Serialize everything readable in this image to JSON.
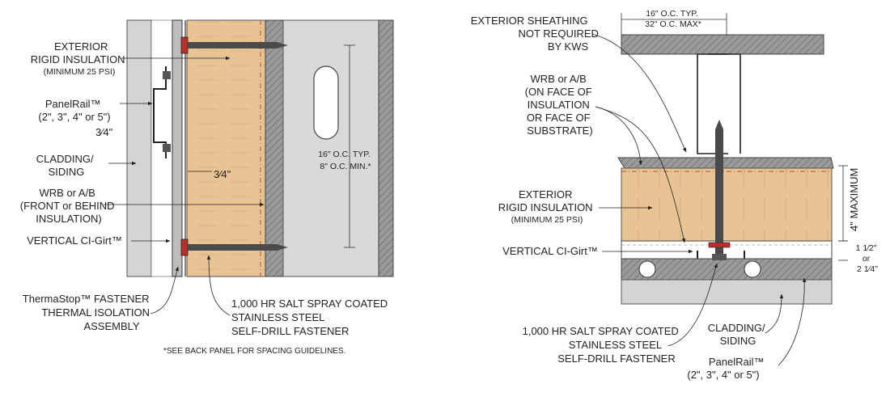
{
  "left": {
    "exterior_insulation": [
      "EXTERIOR",
      "RIGID INSULATION",
      "(MINIMUM 25 PSI)"
    ],
    "panelrail": [
      "PanelRail™",
      "(2\", 3\", 4\" or 5\")"
    ],
    "three_quarter_a": "3⁄4\"",
    "cladding": [
      "CLADDING/",
      "SIDING"
    ],
    "three_quarter_b": "3⁄4\"",
    "wrb": [
      "WRB or A/B",
      "(FRONT or BEHIND",
      "INSULATION)"
    ],
    "vertical_cigirt": "VERTICAL CI-Girt™",
    "thermastop": [
      "ThermaStop™ FASTENER",
      "THERMAL ISOLATION",
      "ASSEMBLY"
    ],
    "fastener": [
      "1,000 HR SALT SPRAY COATED",
      "STAINLESS STEEL",
      "SELF-DRILL FASTENER"
    ],
    "spacing": [
      "16\" O.C. TYP.",
      "8\" O.C. MIN.*"
    ],
    "footnote": "*SEE BACK PANEL FOR SPACING GUIDELINES."
  },
  "right": {
    "sheathing": [
      "EXTERIOR SHEATHING",
      "NOT REQUIRED",
      "BY KWS"
    ],
    "top_spacing": [
      "16\" O.C. TYP.",
      "32\" O.C. MAX*"
    ],
    "wrb": [
      "WRB or A/B",
      "(ON FACE OF",
      "INSULATION",
      "OR FACE OF",
      "SUBSTRATE)"
    ],
    "exterior_insulation": [
      "EXTERIOR",
      "RIGID INSULATION",
      "(MINIMUM 25 PSI)"
    ],
    "four_max": "4\" MAXIMUM",
    "vertical_cigirt": "VERTICAL CI-Girt™",
    "girt_size": [
      "1 1⁄2\"",
      "or",
      "2 1⁄4\""
    ],
    "fastener": [
      "1,000 HR SALT SPRAY COATED",
      "STAINLESS STEEL",
      "SELF-DRILL FASTENER"
    ],
    "cladding": [
      "CLADDING/",
      "SIDING"
    ],
    "panelrail": [
      "PanelRail™",
      "(2\", 3\", 4\" or 5\")"
    ]
  },
  "colors": {
    "insulation": "#e8c495",
    "steel": "#d9d9d9",
    "hatch": "#8a8a8a",
    "washer": "#b8302c",
    "line": "#333333"
  }
}
